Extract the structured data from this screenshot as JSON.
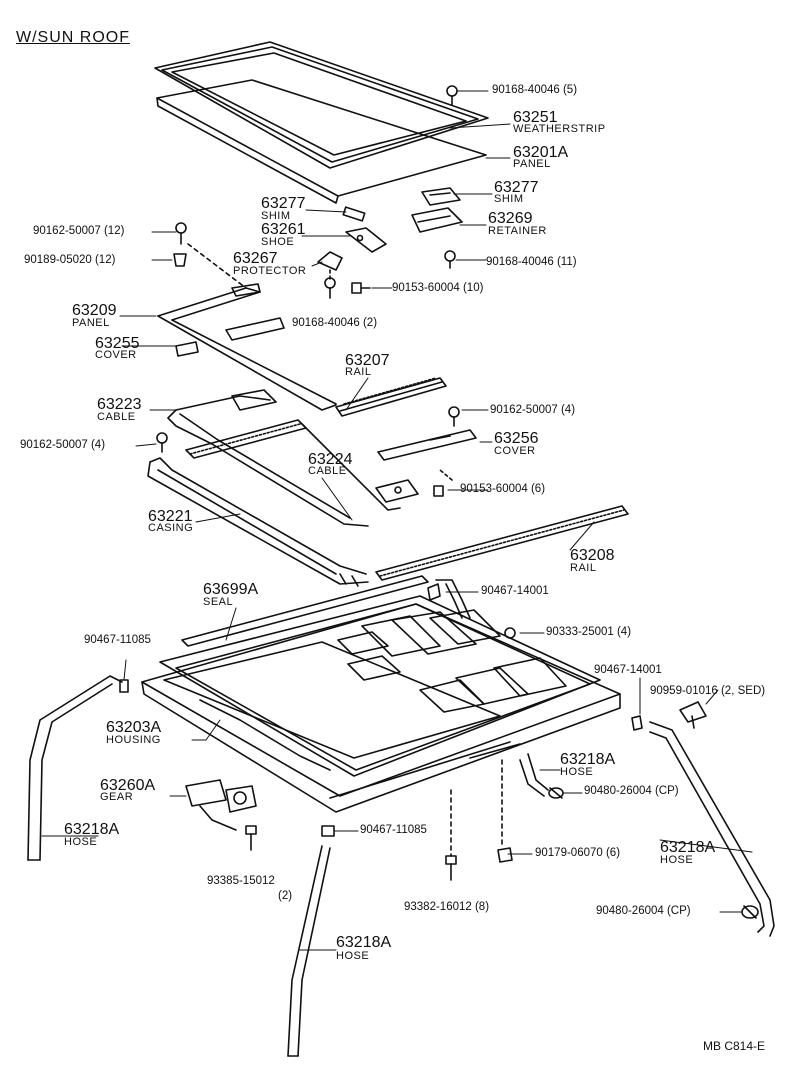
{
  "header": "W/SUN ROOF",
  "footer": "MB  C814-E",
  "parts": {
    "p63251": {
      "num": "63251",
      "name": "WEATHERSTRIP"
    },
    "p63201a": {
      "num": "63201A",
      "name": "PANEL"
    },
    "p63277a": {
      "num": "63277",
      "name": "SHIM"
    },
    "p63277b": {
      "num": "63277",
      "name": "SHIM"
    },
    "p63261": {
      "num": "63261",
      "name": "SHOE"
    },
    "p63269": {
      "num": "63269",
      "name": "RETAINER"
    },
    "p63267": {
      "num": "63267",
      "name": "PROTECTOR"
    },
    "p63209": {
      "num": "63209",
      "name": "PANEL"
    },
    "p63255": {
      "num": "63255",
      "name": "COVER"
    },
    "p63207": {
      "num": "63207",
      "name": "RAIL"
    },
    "p63223": {
      "num": "63223",
      "name": "CABLE"
    },
    "p63256": {
      "num": "63256",
      "name": "COVER"
    },
    "p63224": {
      "num": "63224",
      "name": "CABLE"
    },
    "p63221": {
      "num": "63221",
      "name": "CASING"
    },
    "p63208": {
      "num": "63208",
      "name": "RAIL"
    },
    "p63699a": {
      "num": "63699A",
      "name": "SEAL"
    },
    "p63203a": {
      "num": "63203A",
      "name": "HOUSING"
    },
    "p63260a": {
      "num": "63260A",
      "name": "GEAR"
    },
    "p63218a1": {
      "num": "63218A",
      "name": "HOSE"
    },
    "p63218a2": {
      "num": "63218A",
      "name": "HOSE"
    },
    "p63218a3": {
      "num": "63218A",
      "name": "HOSE"
    },
    "p63218a4": {
      "num": "63218A",
      "name": "HOSE"
    }
  },
  "fasteners": {
    "f1": "90168-40046 (5)",
    "f2": "90162-50007 (12)",
    "f3": "90189-05020 (12)",
    "f4": "90168-40046 (11)",
    "f5": "90153-60004 (10)",
    "f6": "90168-40046 (2)",
    "f7": "90162-50007 (4)",
    "f8": "90162-50007 (4)",
    "f9": "90153-60004 (6)",
    "f10": "90467-14001",
    "f11": "90333-25001 (4)",
    "f12": "90467-11085",
    "f13": "90467-14001",
    "f14": "90959-01016 (2, SED)",
    "f15": "90480-26004 (CP)",
    "f16": "90467-11085",
    "f17": "90179-06070 (6)",
    "f18": "93385-15012",
    "f18b": "(2)",
    "f19": "93382-16012 (8)",
    "f20": "90480-26004 (CP)"
  }
}
